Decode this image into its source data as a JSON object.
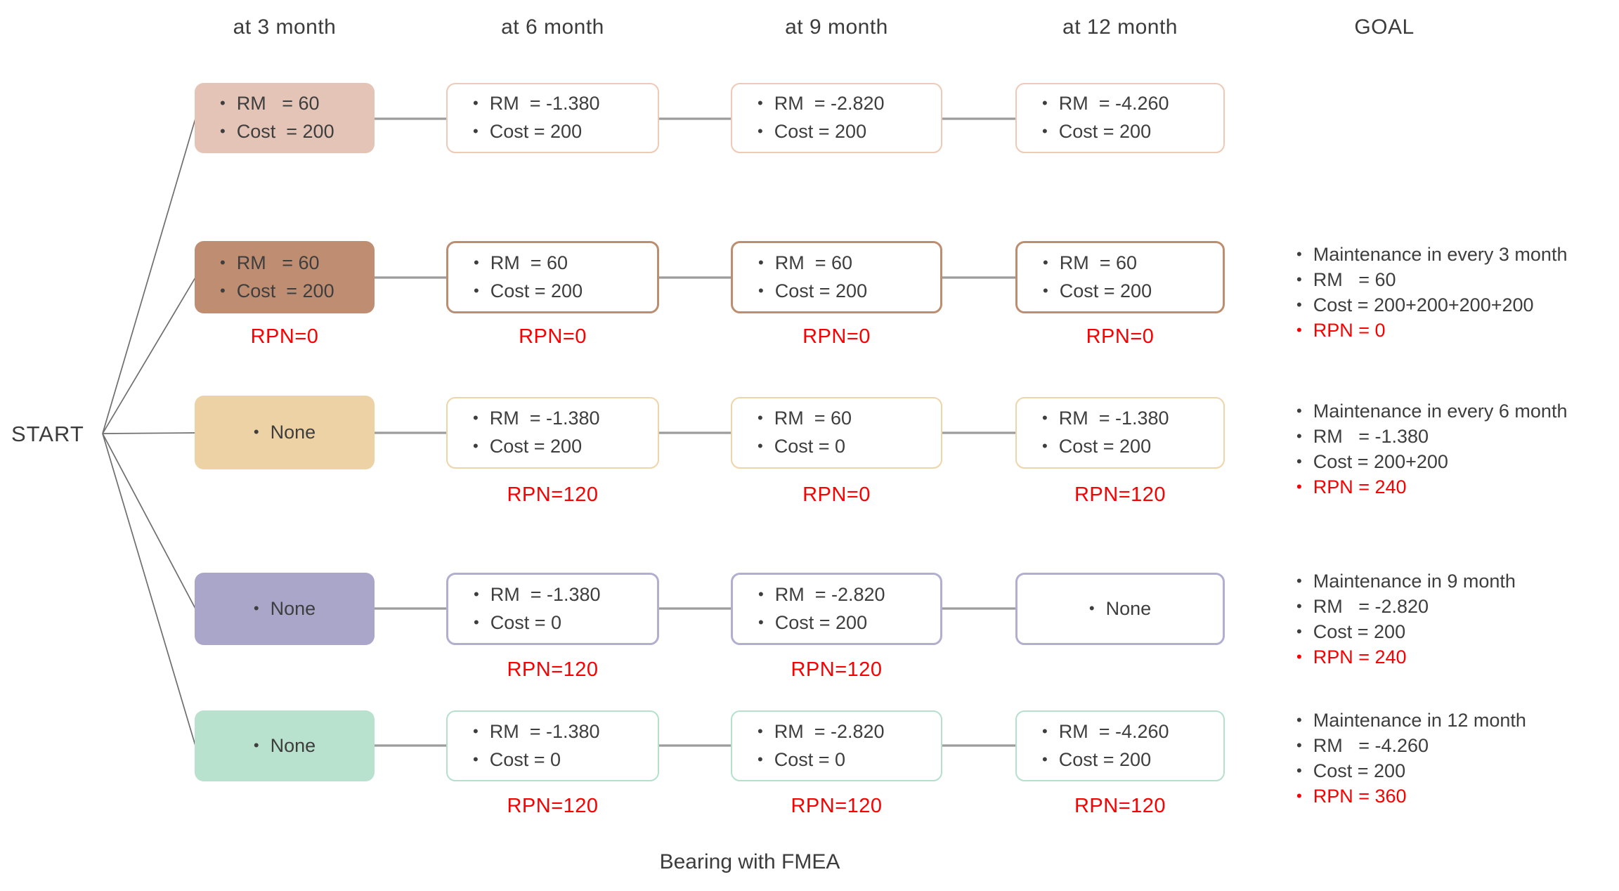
{
  "diagram_title": "Bearing with FMEA",
  "start_label": "START",
  "columns": [
    {
      "label": "at 3 month"
    },
    {
      "label": "at 6 month"
    },
    {
      "label": "at 9 month"
    },
    {
      "label": "at 12 month"
    },
    {
      "label": "GOAL"
    }
  ],
  "palette": {
    "branch1_accent": "#e3c4b7",
    "branch2_accent": "#bf8e72",
    "branch3_accent": "#edd2a5",
    "branch4_accent": "#a9a6c9",
    "branch5_accent": "#b8e1ce",
    "rpn_red": "#fb0000",
    "text_gray": "#3e3e3e",
    "connector_gray": "#9c9c9c"
  },
  "rows": [
    {
      "nodes": [
        {
          "lines": [
            "RM   = 60",
            "Cost  = 200"
          ]
        },
        {
          "lines": [
            "RM  = -1.380",
            "Cost = 200"
          ]
        },
        {
          "lines": [
            "RM  = -2.820",
            "Cost = 200"
          ]
        },
        {
          "lines": [
            "RM  = -4.260",
            "Cost = 200"
          ]
        }
      ],
      "rpn": [
        "",
        "",
        "",
        ""
      ],
      "goal": null
    },
    {
      "nodes": [
        {
          "lines": [
            "RM   = 60",
            "Cost  = 200"
          ]
        },
        {
          "lines": [
            "RM  = 60",
            "Cost = 200"
          ]
        },
        {
          "lines": [
            "RM  = 60",
            "Cost = 200"
          ]
        },
        {
          "lines": [
            "RM  = 60",
            "Cost = 200"
          ]
        }
      ],
      "rpn": [
        "RPN=0",
        "RPN=0",
        "RPN=0",
        "RPN=0"
      ],
      "goal": {
        "lines": [
          "Maintenance in every 3 month",
          "RM   = 60",
          "Cost = 200+200+200+200"
        ],
        "rpn_line": "RPN = 0"
      }
    },
    {
      "nodes": [
        {
          "lines": [
            "None"
          ]
        },
        {
          "lines": [
            "RM  = -1.380",
            "Cost = 200"
          ]
        },
        {
          "lines": [
            "RM  = 60",
            "Cost = 0"
          ]
        },
        {
          "lines": [
            "RM  = -1.380",
            "Cost = 200"
          ]
        }
      ],
      "rpn": [
        "",
        "RPN=120",
        "RPN=0",
        "RPN=120"
      ],
      "goal": {
        "lines": [
          "Maintenance in every 6 month",
          "RM   = -1.380",
          "Cost = 200+200"
        ],
        "rpn_line": "RPN = 240"
      }
    },
    {
      "nodes": [
        {
          "lines": [
            "None"
          ]
        },
        {
          "lines": [
            "RM  = -1.380",
            "Cost = 0"
          ]
        },
        {
          "lines": [
            "RM  = -2.820",
            "Cost = 200"
          ]
        },
        {
          "lines": [
            "None"
          ]
        }
      ],
      "rpn": [
        "",
        "RPN=120",
        "RPN=120",
        ""
      ],
      "goal": {
        "lines": [
          "Maintenance in 9 month",
          "RM   = -2.820",
          "Cost = 200"
        ],
        "rpn_line": "RPN = 240"
      }
    },
    {
      "nodes": [
        {
          "lines": [
            "None"
          ]
        },
        {
          "lines": [
            "RM  = -1.380",
            "Cost = 0"
          ]
        },
        {
          "lines": [
            "RM  = -2.820",
            "Cost = 0"
          ]
        },
        {
          "lines": [
            "RM  = -4.260",
            "Cost = 200"
          ]
        }
      ],
      "rpn": [
        "",
        "RPN=120",
        "RPN=120",
        "RPN=120"
      ],
      "goal": {
        "lines": [
          "Maintenance in 12 month",
          "RM   = -4.260",
          "Cost = 200"
        ],
        "rpn_line": "RPN = 360"
      }
    }
  ]
}
